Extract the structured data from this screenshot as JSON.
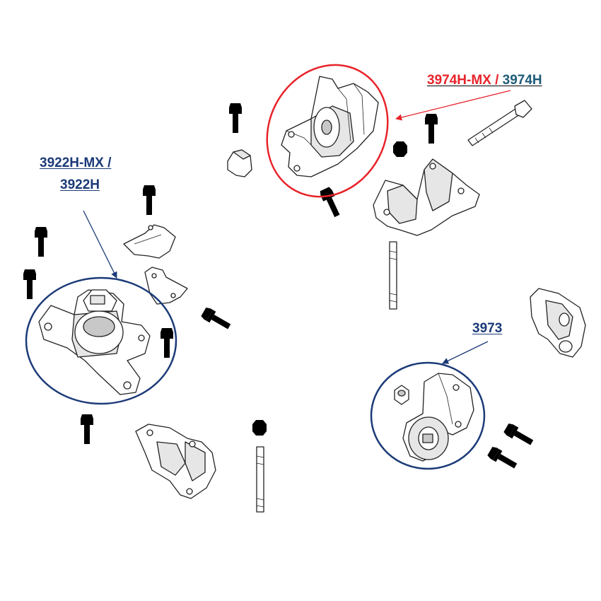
{
  "labels": {
    "right_mount": {
      "part_mx": "3974H-MX /",
      "part_h": "3974H"
    },
    "left_mount": {
      "line1": "3922H-MX /",
      "line2": "3922H"
    },
    "rear_mount": {
      "part": "3973"
    }
  },
  "colors": {
    "navy": "#1b3a78",
    "red": "#e8232a",
    "teal": "#1f5b78",
    "circle_navy": "#1b3a78",
    "circle_red": "#e8232a"
  }
}
